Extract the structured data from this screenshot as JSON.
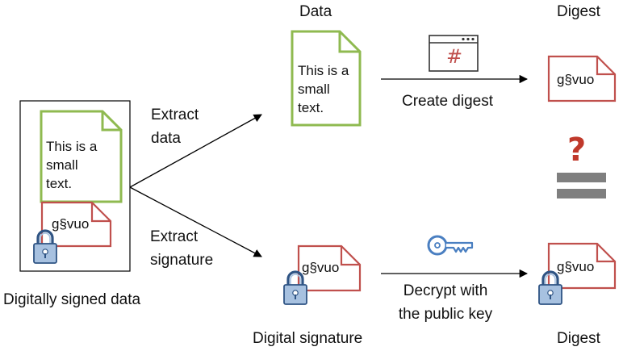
{
  "labels": {
    "data_header": "Data",
    "digest_header_top": "Digest",
    "digest_header_bottom": "Digest",
    "extract_data_1": "Extract",
    "extract_data_2": "data",
    "extract_sig_1": "Extract",
    "extract_sig_2": "signature",
    "create_digest": "Create digest",
    "decrypt_1": "Decrypt with",
    "decrypt_2": "the public key",
    "signed_data": "Digitally signed data",
    "digital_signature": "Digital signature"
  },
  "doc_text": {
    "line1": "This is a",
    "line2": "small",
    "line3": "text."
  },
  "digest_value": "g§vuo",
  "hash_symbol": "#",
  "question_mark": "?",
  "colors": {
    "data_doc": "#8fba50",
    "digest_doc": "#c0504d",
    "lock_fill": "#a7c1e0",
    "lock_stroke": "#2f5484",
    "key": "#4a7fc1",
    "equals": "#7f7f7f",
    "question": "#c0392b",
    "arrow": "#000000"
  }
}
